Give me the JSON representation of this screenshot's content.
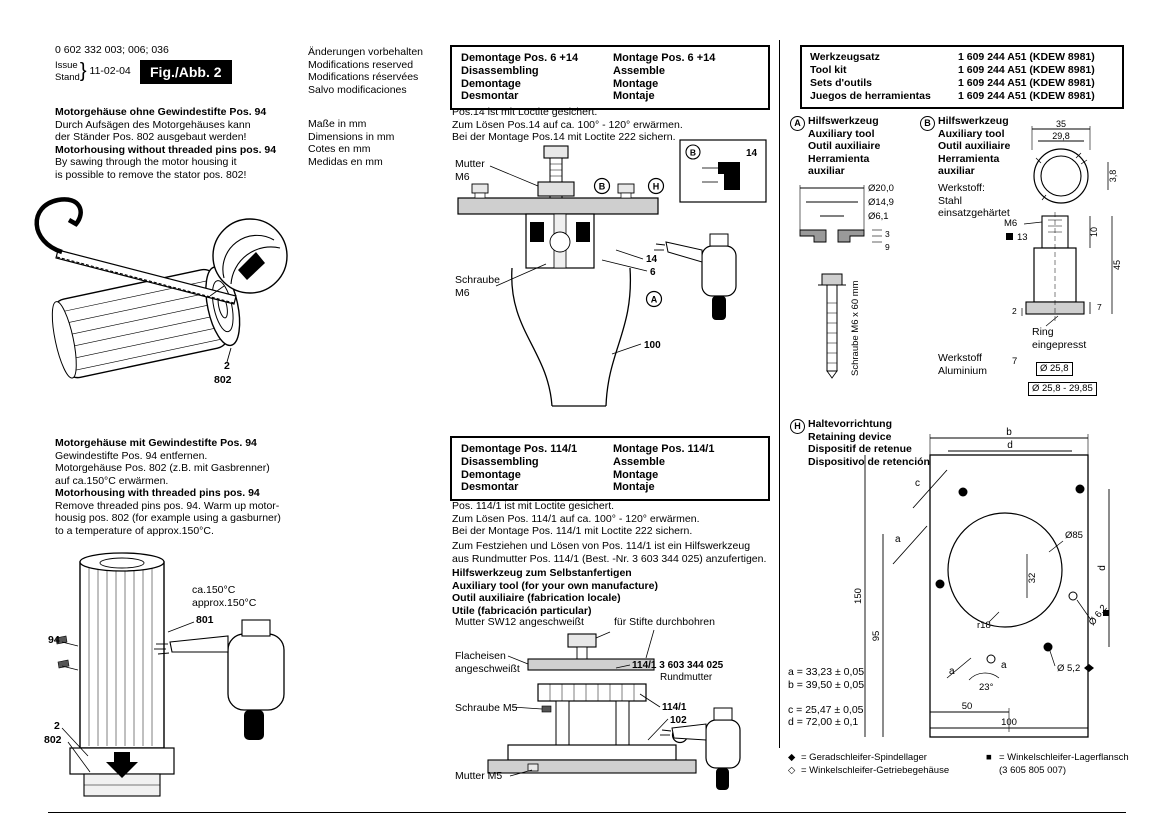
{
  "header": {
    "part_numbers": "0 602 332 003; 006; 036",
    "issue": "Issue",
    "stand": "Stand",
    "date": "11-02-04",
    "fig": "Fig./Abb. 2"
  },
  "left": {
    "s1": {
      "title_de": "Motorgehäuse ohne Gewindestifte Pos. 94",
      "body_de": "Durch Aufsägen des Motorgehäuses kann\nder Ständer Pos. 802 ausgebaut werden!",
      "title_en": "Motorhousing without threaded pins pos. 94",
      "body_en": "By sawing through the motor housing it\nis possible to remove the stator pos. 802!"
    },
    "fig1": {
      "pos2": "2",
      "pos802": "802"
    },
    "s2": {
      "title_de": "Motorgehäuse mit Gewindestifte Pos. 94",
      "body_de": "Gewindestifte Pos. 94 entfernen.\nMotorgehäuse Pos. 802 (z.B. mit Gasbrenner)\nauf ca.150°C erwärmen.",
      "title_en": "Motorhousing with threaded pins pos. 94",
      "body_en": "Remove threaded pins pos. 94. Warm up motor-\nhousig pos. 802 (for example using a gasburner)\nto a temperature of approx.150°C."
    },
    "fig2": {
      "temp_de": "ca.150°C",
      "temp_en": "approx.150°C",
      "pos801": "801",
      "pos94": "94",
      "pos2": "2",
      "pos802": "802"
    }
  },
  "notes": {
    "modifications": "Änderungen vorbehalten\nModifications reserved\nModifications réservées\nSalvo modificaciones",
    "units": "Maße in mm\nDimensions in mm\nCotes en mm\nMedidas en mm"
  },
  "middle": {
    "box1": {
      "left": "Demontage Pos. 6 +14\nDisassembling\nDemontage\nDesmontar",
      "right": "Montage Pos. 6 +14\nAssemble\nMontage\nMontaje"
    },
    "notes1": "Pos.14 ist mit Loctite gesichert.\nZum Lösen Pos.14 auf ca. 100° - 120°  erwärmen.\nBei der Montage Pos.14 mit Loctite 222 sichern.",
    "fig3": {
      "mutter": "Mutter\nM6",
      "badge_b": "B",
      "badge_h": "H",
      "badge_a": "A",
      "inset_badge": "B",
      "inset_pos": "14",
      "pos14": "14",
      "pos6": "6",
      "schraube": "Schraube\nM6",
      "pos100": "100"
    },
    "box2": {
      "left": "Demontage Pos. 114/1\nDisassembling\nDemontage\nDesmontar",
      "right": "Montage Pos. 114/1\nAssemble\nMontage\nMontaje"
    },
    "notes2": "Pos. 114/1 ist mit Loctite gesichert.\nZum Lösen Pos. 114/1 auf ca. 100° - 120°  erwärmen.\nBei der Montage Pos. 114/1 mit Loctite 222 sichern.",
    "notes3": "Zum Festziehen und Lösen von Pos.  114/1 ist ein Hilfswerkzeug\naus Rundmutter Pos. 114/1 (Best. -Nr. 3 603 344 025) anzufertigen.",
    "aux_heading": "Hilfswerkzeug zum Selbstanfertigen\nAuxiliary tool (for your own manufacture)\nOutil auxiliaire (fabrication locale)\nUtile (fabricación particular)",
    "fig4": {
      "mutter_sw12": "Mutter SW12 angeschweißt",
      "stifte": "für Stifte durchbohren",
      "flacheisen": "Flacheisen\nangeschweißt",
      "part_no": "114/1 3 603 344 025",
      "rundmutter": "Rundmutter",
      "schraube_m5": "Schraube M5",
      "pos114": "114/1",
      "pos102": "102",
      "badge_h": "H",
      "mutter_m5": "Mutter M5"
    }
  },
  "right": {
    "toolkit": {
      "rows": [
        {
          "label": "Werkzeugsatz",
          "value": "1 609 244 A51 (KDEW 8981)"
        },
        {
          "label": "Tool kit",
          "value": "1 609 244 A51 (KDEW 8981)"
        },
        {
          "label": "Sets d'outils",
          "value": "1 609 244 A51 (KDEW 8981)"
        },
        {
          "label": "Juegos de herramientas",
          "value": "1 609 244 A51 (KDEW 8981)"
        }
      ]
    },
    "a": {
      "badge": "A",
      "title": "Hilfswerkzeug\nAuxiliary tool\nOutil auxiliaire\nHerramienta\nauxiliar",
      "d1": "Ø20,0",
      "d2": "Ø14,9",
      "d3": "Ø6,1",
      "d4": "3",
      "d5": "9",
      "screw": "Schraube M6 x 60 mm"
    },
    "b": {
      "badge": "B",
      "title": "Hilfswerkzeug\nAuxiliary tool\nOutil auxiliaire\nHerramienta\nauxiliar",
      "d35": "35",
      "d298": "29,8",
      "d38": "3,8",
      "werkstoff_stahl": "Werkstoff:\nStahl\neinsatzgehärtet",
      "m6": "M6",
      "d13": "13",
      "d10": "10",
      "d45": "45",
      "d7": "7",
      "d2": "2",
      "ring": "Ring\neingepresst",
      "werkstoff_alu": "Werkstoff\nAluminium",
      "d7b": "7",
      "d258": "Ø 25,8",
      "d258b": "Ø 25,8 - 29,85"
    },
    "h": {
      "badge": "H",
      "title": "Haltevorrichtung\nRetaining device\nDispositif de retenue\nDispositivo de retención",
      "a": "a",
      "b": "b",
      "c": "c",
      "d": "d",
      "d150": "150",
      "d95": "95",
      "d32": "32",
      "r18": "r18",
      "d85": "Ø85",
      "deg": "23°",
      "d52": "Ø 5,2",
      "d62": "Ø 6,2",
      "d50": "50",
      "d100": "100",
      "legend": "a  = 33,23 ± 0,05\nb  = 39,50 ± 0,05\n \nc  = 25,47 ± 0,05\nd  = 72,00 ± 0,1"
    },
    "legend": {
      "sym1": "◆",
      "txt1": "= Geradschleifer-Spindellager",
      "sym2": "◇",
      "txt2": "= Winkelschleifer-Getriebegehäuse",
      "sym3": "■",
      "txt3": "= Winkelschleifer-Lagerflansch",
      "txt3b": "(3 605 805 007)"
    }
  }
}
